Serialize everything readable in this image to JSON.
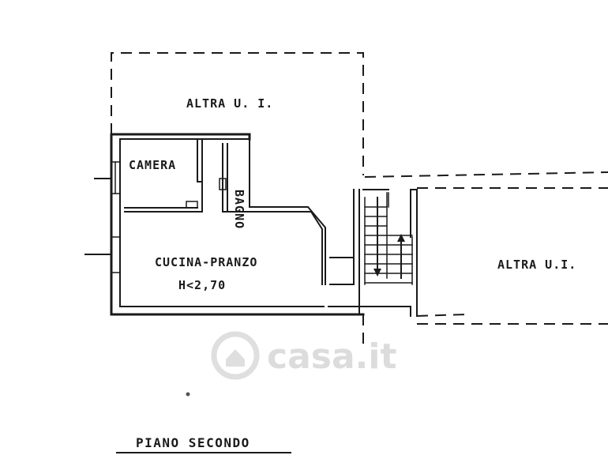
{
  "rooms": {
    "altra_top": "ALTRA U. I.",
    "altra_right": "ALTRA U.I.",
    "camera": "CAMERA",
    "bagno": "BAGNO",
    "cucina": "CUCINA-PRANZO",
    "height": "H<2,70"
  },
  "floor_title": "PIANO SECONDO",
  "watermark": "casa.it"
}
